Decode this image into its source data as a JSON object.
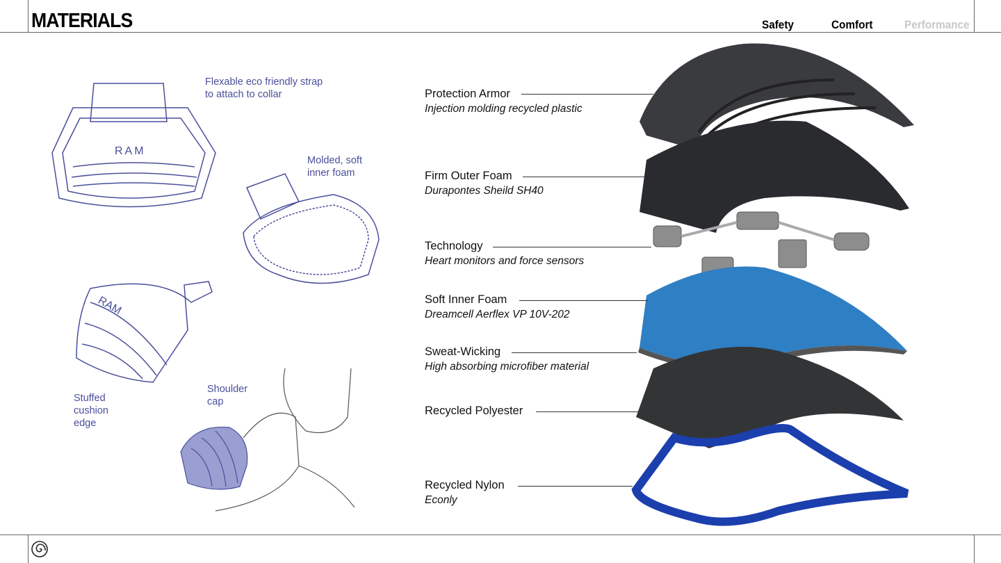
{
  "header": {
    "title": "MATERIALS",
    "nav": [
      {
        "label": "Safety",
        "color": "#000000"
      },
      {
        "label": "Comfort",
        "color": "#000000"
      },
      {
        "label": "Performance",
        "color": "#c8c8c8"
      }
    ]
  },
  "sketch_notes": [
    "Flexable eco friendly strap to attach to collar",
    "Molded, soft inner foam",
    "Stuffed cushion edge",
    "Shoulder cap"
  ],
  "layers": [
    {
      "name": "Protection Armor",
      "material": "Injection molding recycled plastic"
    },
    {
      "name": "Firm Outer Foam",
      "material": "Durapontes Sheild SH40"
    },
    {
      "name": "Technology",
      "material": "Heart monitors and force sensors"
    },
    {
      "name": "Soft Inner Foam",
      "material": "Dreamcell Aerflex VP 10V-202"
    },
    {
      "name": "Sweat-Wicking",
      "material": "High absorbing microfiber material"
    },
    {
      "name": "Recycled Polyester",
      "material": ""
    },
    {
      "name": "Recycled Nylon",
      "material": "Econly"
    }
  ],
  "logo_text": "RAM",
  "colors": {
    "sketch": "#4a4f9a",
    "armor": "#3a3b3f",
    "foam_blue": "#2f7fc4",
    "nylon": "#1c3fae"
  }
}
